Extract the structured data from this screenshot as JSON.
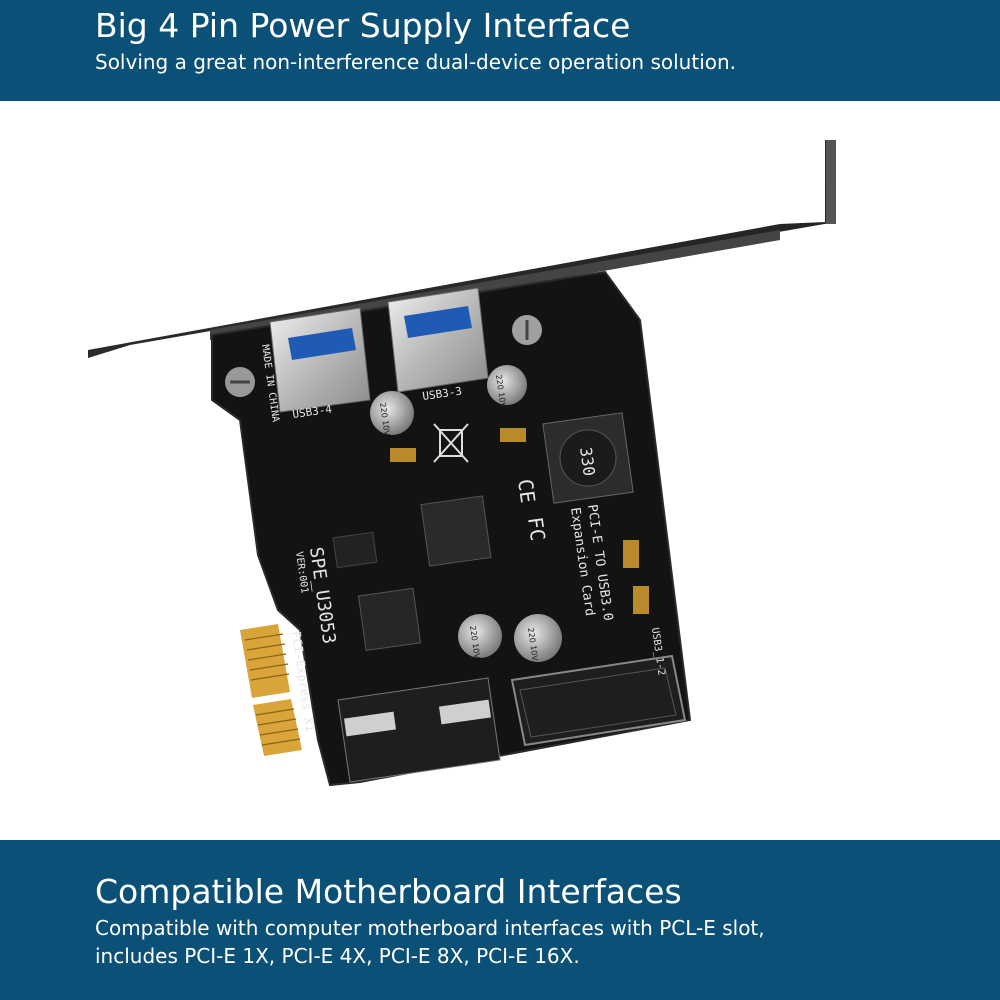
{
  "top_banner": {
    "title": "Big 4 Pin Power Supply Interface",
    "subtitle": "Solving a great non-interference dual-device operation solution."
  },
  "bottom_banner": {
    "title": "Compatible Motherboard Interfaces",
    "line1": "Compatible with computer motherboard interfaces with PCL-E slot,",
    "line2": "includes PCI-E 1X, PCI-E 4X, PCI-E 8X, PCI-E 16X."
  },
  "board_labels": {
    "made_in": "MADE IN CHINA",
    "port_left": "USB3-4",
    "port_right": "USB3-3",
    "model": "SPE_U3053",
    "version": "VER:001",
    "bus": "PCI-Express X1",
    "product_line1": "PCI-E TO USB3.0",
    "product_line2": "Expansion Card",
    "header": "USB3_1-2",
    "inductor": "330",
    "ce": "CE",
    "fc": "FC",
    "cap_a": "220 10V",
    "cap_b": "220 10V",
    "cap_c": "220 10V",
    "cap_d": "220 10V"
  },
  "colors": {
    "banner": "#0b5077",
    "pcb": "#141414",
    "bracket": "#2a2a2a",
    "gold": "#d9a43a"
  }
}
